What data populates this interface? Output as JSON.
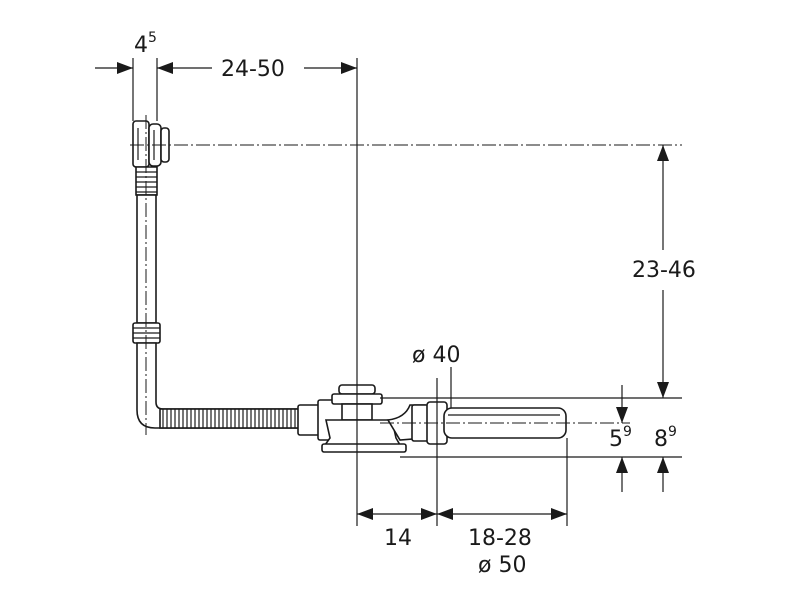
{
  "dimensions": {
    "d45": {
      "base": "4",
      "sup": "5"
    },
    "d2450": "24-50",
    "d2346": "23-46",
    "d40": "ø 40",
    "d59": {
      "base": "5",
      "sup": "9"
    },
    "d89": {
      "base": "8",
      "sup": "9"
    },
    "d14": "14",
    "d1828": "18-28",
    "d50": "ø 50"
  }
}
